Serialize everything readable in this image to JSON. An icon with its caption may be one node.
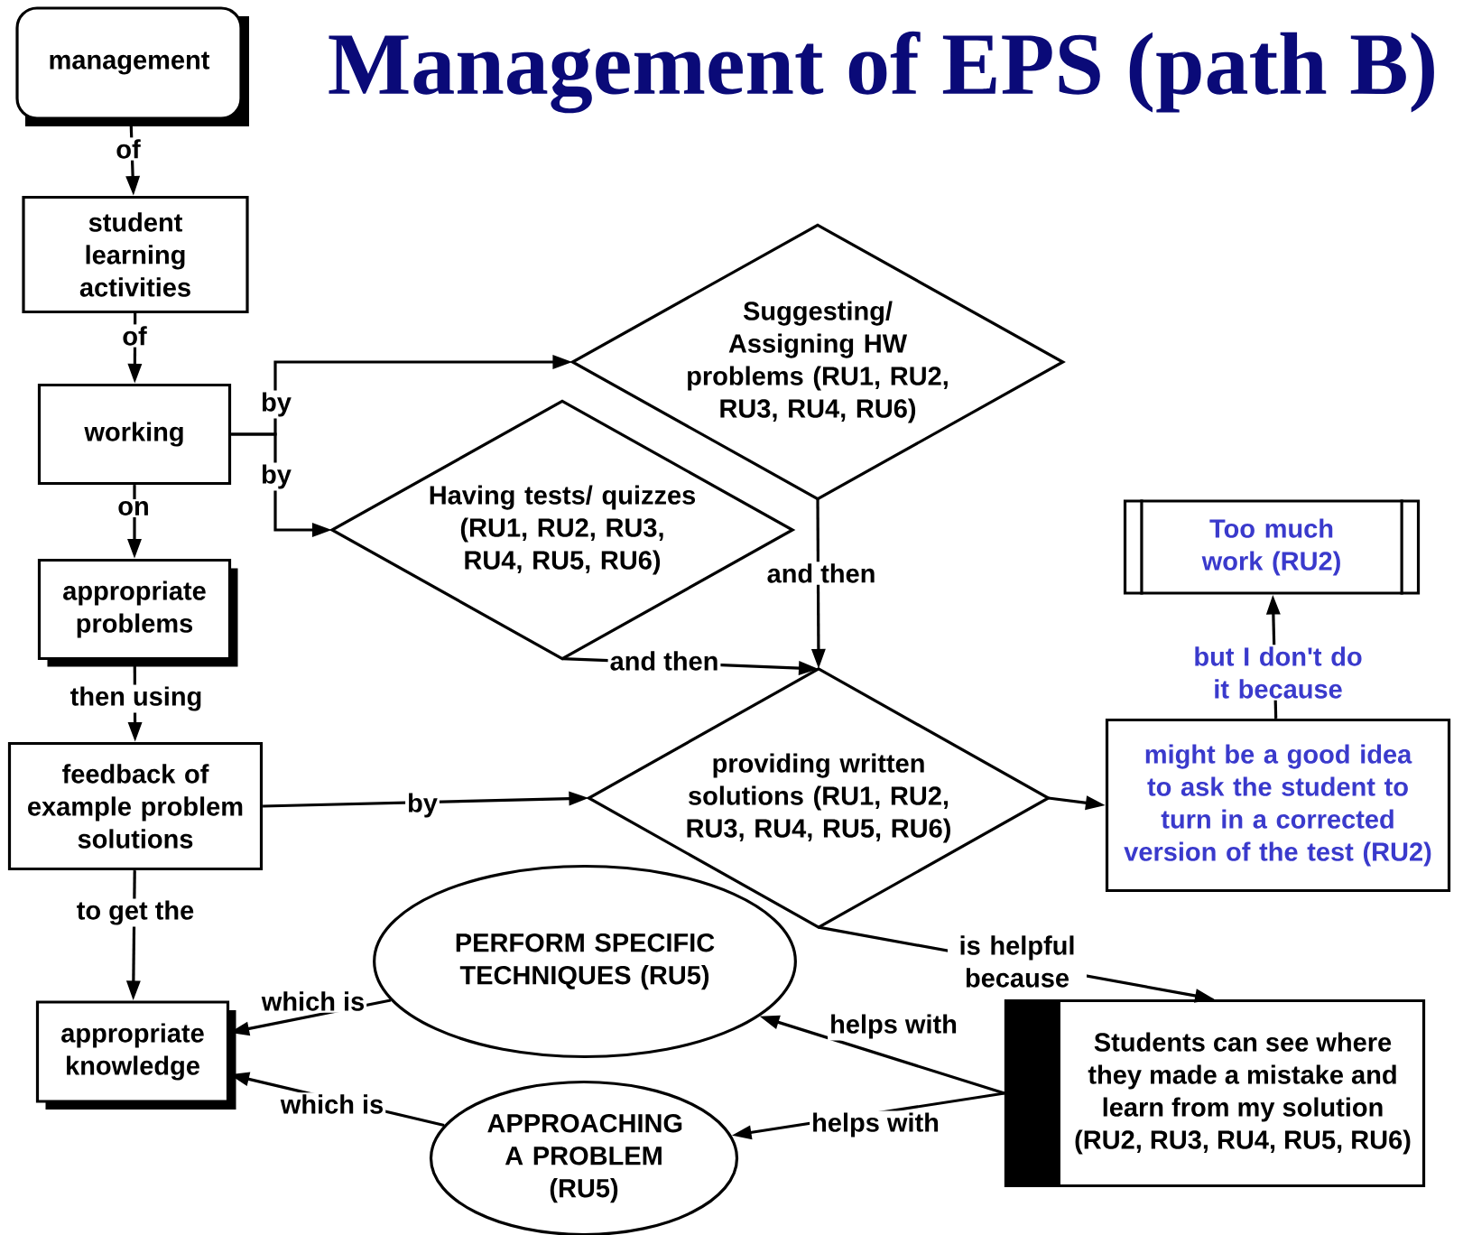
{
  "diagram": {
    "title": "Management of EPS (path B)",
    "nodes": [
      {
        "text": [
          "management"
        ]
      },
      {
        "text": [
          "student learning activities"
        ]
      },
      {
        "text": [
          "working"
        ]
      },
      {
        "text": [
          "appropriate problems"
        ]
      },
      {
        "text": [
          "feedback of example problem solutions"
        ]
      },
      {
        "text": [
          "appropriate knowledge"
        ]
      },
      {
        "text": [
          "Suggesting/ Assigning HW problems (RU1, RU2, RU3, RU4, RU6)"
        ]
      },
      {
        "text": [
          "Having tests/ quizzes (RU1, RU2, RU3, RU4, RU5, RU6)"
        ]
      },
      {
        "text": [
          "providing written solutions (RU1, RU2, RU3, RU4, RU5, RU6)"
        ]
      },
      {
        "text": [
          "Too much work (RU2)"
        ]
      },
      {
        "text": [
          "might be a good idea to ask the student to turn in a corrected version of the test (RU2)"
        ]
      },
      {
        "text": [
          "PERFORM SPECIFIC TECHNIQUES (RU5)"
        ]
      },
      {
        "text": [
          "APPROACHING A PROBLEM (RU5)"
        ]
      },
      {
        "text": [
          "Students can see where they made a mistake and learn from my solution (RU2, RU3, RU4, RU5, RU6)"
        ]
      }
    ],
    "edges": [
      {
        "from": 0,
        "to": 1,
        "arrow": "to",
        "label": "of"
      },
      {
        "from": 1,
        "to": 2,
        "arrow": "to",
        "label": "of"
      },
      {
        "from": 2,
        "to": 6,
        "arrow": "to",
        "label": "by"
      },
      {
        "from": 2,
        "to": 7,
        "arrow": "to",
        "label": "by"
      },
      {
        "from": 2,
        "to": 3,
        "arrow": "to",
        "label": "on"
      },
      {
        "from": 3,
        "to": 4,
        "arrow": "to",
        "label": "then using"
      },
      {
        "from": 4,
        "to": 8,
        "arrow": "to",
        "label": "by"
      },
      {
        "from": 4,
        "to": 5,
        "arrow": "to",
        "label": "to get the"
      },
      {
        "from": 6,
        "to": 8,
        "arrow": "to",
        "label": "and then"
      },
      {
        "from": 7,
        "to": 8,
        "arrow": "to",
        "label": "and then"
      },
      {
        "from": 8,
        "to": 10,
        "arrow": "to"
      },
      {
        "from": 10,
        "to": 9,
        "arrow": "to",
        "label": "but I don't do it because"
      },
      {
        "from": 8,
        "to": 13,
        "arrow": "to",
        "label": "is helpful because"
      },
      {
        "from": 13,
        "to": 11,
        "arrow": "to",
        "label": "helps with"
      },
      {
        "from": 13,
        "to": 12,
        "arrow": "to",
        "label": "helps with"
      },
      {
        "from": 11,
        "to": 5,
        "arrow": "to",
        "label": "which is"
      },
      {
        "from": 12,
        "to": 5,
        "arrow": "to",
        "label": "which is"
      }
    ]
  }
}
